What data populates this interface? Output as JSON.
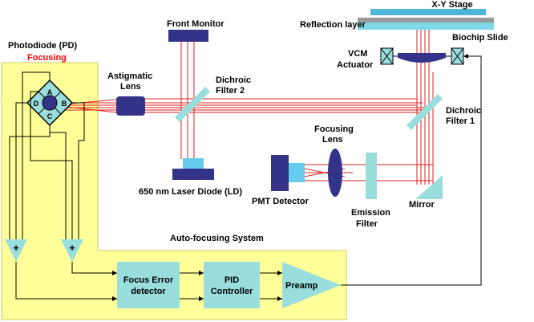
{
  "labels": {
    "xy_stage": "X-Y Stage",
    "reflection_layer": "Reflection layer",
    "biochip_slide": "Biochip Slide",
    "front_monitor": "Front Monitor",
    "photodiode": "Photodiode (PD)",
    "focusing": "Focusing",
    "astigmatic_lens_1": "Astigmatic",
    "astigmatic_lens_2": "Lens",
    "dichroic_filter_2_1": "Dichroic",
    "dichroic_filter_2_2": "Filter 2",
    "vcm_actuator_1": "VCM",
    "vcm_actuator_2": "Actuator",
    "dichroic_filter_1_1": "Dichroic",
    "dichroic_filter_1_2": "Filter 1",
    "focusing_lens_1": "Focusing",
    "focusing_lens_2": "Lens",
    "pmt_detector": "PMT Detector",
    "laser_diode": "650 nm Laser Diode (LD)",
    "emission_filter_1": "Emission",
    "emission_filter_2": "Filter",
    "mirror": "Mirror",
    "auto_focusing_system": "Auto-focusing System",
    "focus_error_1": "Focus Error",
    "focus_error_2": "detector",
    "pid_1": "PID",
    "pid_2": "Controller",
    "preamp": "Preamp",
    "pd_a": "A",
    "pd_b": "B",
    "pd_c": "C",
    "pd_d": "D",
    "plus_1": "+",
    "plus_2": "+"
  },
  "colors": {
    "yellow_panel": "#ffff99",
    "box_fill": "#99dddd",
    "dark_blue": "#33338a",
    "beam": "#dd2222",
    "stage": "#4fb4d8",
    "slide": "#7fd8e8",
    "reflection": "#999999",
    "filter": "#99dddd",
    "led": "#66ccee"
  }
}
